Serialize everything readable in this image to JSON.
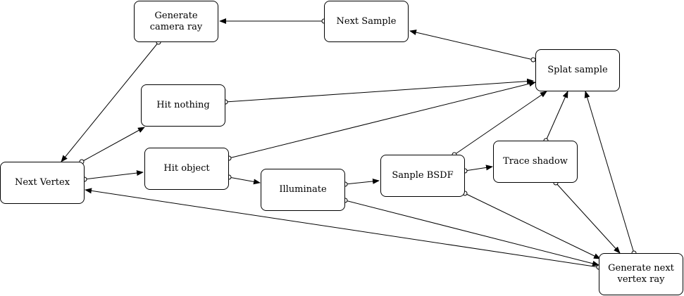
{
  "nodes": {
    "generate_camera_ray": "Generate camera ray",
    "next_sample": "Next Sample",
    "splat_sample": "Splat sample",
    "hit_nothing": "Hit nothing",
    "next_vertex": "Next Vertex",
    "hit_object": "Hit object",
    "illuminate": "Illuminate",
    "sample_bsdf": "Sanple BSDF",
    "trace_shadow": "Trace shadow",
    "generate_next_vertex_ray": "Generate next vertex ray"
  },
  "edges": [
    {
      "from": "next_sample",
      "to": "generate_camera_ray"
    },
    {
      "from": "generate_camera_ray",
      "to": "next_vertex"
    },
    {
      "from": "splat_sample",
      "to": "next_sample"
    },
    {
      "from": "hit_nothing",
      "to": "splat_sample"
    },
    {
      "from": "next_vertex",
      "to": "hit_nothing"
    },
    {
      "from": "next_vertex",
      "to": "hit_object"
    },
    {
      "from": "hit_object",
      "to": "splat_sample"
    },
    {
      "from": "hit_object",
      "to": "illuminate"
    },
    {
      "from": "illuminate",
      "to": "sample_bsdf"
    },
    {
      "from": "illuminate",
      "to": "generate_next_vertex_ray"
    },
    {
      "from": "sample_bsdf",
      "to": "splat_sample"
    },
    {
      "from": "sample_bsdf",
      "to": "trace_shadow"
    },
    {
      "from": "sample_bsdf",
      "to": "generate_next_vertex_ray"
    },
    {
      "from": "trace_shadow",
      "to": "splat_sample"
    },
    {
      "from": "trace_shadow",
      "to": "generate_next_vertex_ray"
    },
    {
      "from": "generate_next_vertex_ray",
      "to": "splat_sample"
    },
    {
      "from": "generate_next_vertex_ray",
      "to": "next_vertex"
    }
  ]
}
